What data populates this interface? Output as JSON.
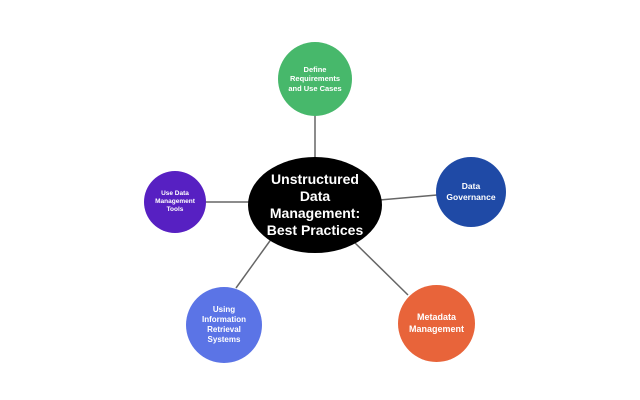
{
  "diagram": {
    "center": {
      "label": "Unstructured\nData\nManagement:\nBest Practices",
      "color": "#000000"
    },
    "nodes": [
      {
        "id": "define",
        "label": "Define\nRequirements\nand Use Cases",
        "color": "#47b86b"
      },
      {
        "id": "governance",
        "label": "Data\nGovernance",
        "color": "#1f4aa6"
      },
      {
        "id": "metadata",
        "label": "Metadata\nManagement",
        "color": "#e8643a"
      },
      {
        "id": "retrieval",
        "label": "Using\nInformation\nRetrieval\nSystems",
        "color": "#5b74e6"
      },
      {
        "id": "tools",
        "label": "Use Data\nManagement\nTools",
        "color": "#5720c2"
      }
    ],
    "connector_color": "#666666"
  }
}
